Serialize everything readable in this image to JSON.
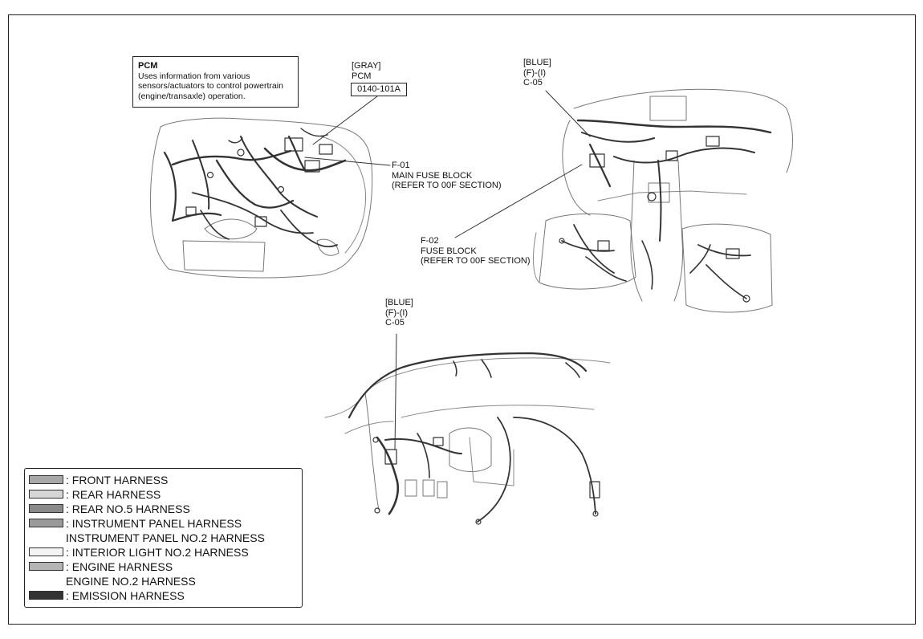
{
  "pcm_info": {
    "title": "PCM",
    "description": "Uses information from various\nsensors/actuators to control powertrain\n(engine/transaxle) operation."
  },
  "pcm_connector": {
    "color": "[GRAY]",
    "name": "PCM",
    "code": "0140-101A"
  },
  "callouts": {
    "f01": "F-01\nMAIN FUSE BLOCK\n(REFER TO 00F SECTION)",
    "f02": "F-02\nFUSE BLOCK\n(REFER TO 00F SECTION)",
    "c05_top": "[BLUE]\n(F)-(I)\nC-05",
    "c05_bottom": "[BLUE]\n(F)-(I)\nC-05"
  },
  "legend": {
    "items": [
      {
        "label": ": FRONT HARNESS",
        "swatch": "#a8a8a8"
      },
      {
        "label": ": REAR HARNESS",
        "swatch": "#d6d6d6"
      },
      {
        "label": ": REAR NO.5 HARNESS",
        "swatch": "#8a8a8a"
      },
      {
        "label": ": INSTRUMENT PANEL HARNESS",
        "sub": "INSTRUMENT PANEL NO.2 HARNESS",
        "swatch": "#9a9a9a"
      },
      {
        "label": ": INTERIOR LIGHT NO.2 HARNESS",
        "swatch": "#f4f4f4"
      },
      {
        "label": ": ENGINE HARNESS",
        "sub": "ENGINE NO.2 HARNESS",
        "swatch": "#b4b4b4"
      },
      {
        "label": ": EMISSION HARNESS",
        "swatch": "#333333"
      }
    ]
  }
}
